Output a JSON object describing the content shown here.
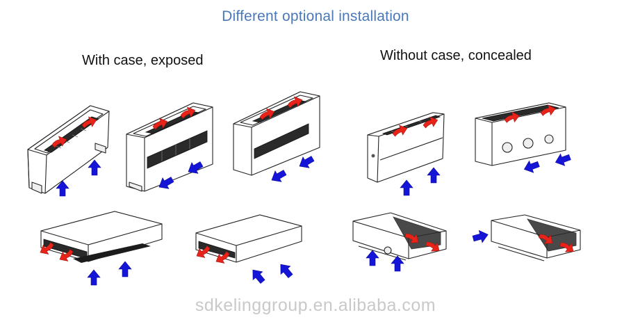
{
  "title": "Different optional installation",
  "sections": {
    "left": {
      "label": "With case, exposed"
    },
    "right": {
      "label": "Without case, concealed"
    }
  },
  "watermark": "sdkelinggroup.en.alibaba.com",
  "colors": {
    "title": "#4a78b8",
    "intake_arrow": "#1515d8",
    "outflow_arrow": "#e8241a",
    "watermark": "#c9c9c9"
  },
  "units": [
    {
      "name": "cased-floor-standing-top-outlet-bottom-inlet",
      "case": "with case",
      "icons": [
        "blue-intake-arrow",
        "red-outflow-arrow"
      ]
    },
    {
      "name": "cased-floor-standing-top-outlet-front-inlet",
      "case": "with case",
      "icons": [
        "blue-intake-arrow",
        "red-outflow-arrow"
      ]
    },
    {
      "name": "cased-floor-standing-top-outlet-front-grille-inlet",
      "case": "with case",
      "icons": [
        "blue-intake-arrow",
        "red-outflow-arrow"
      ]
    },
    {
      "name": "concealed-vertical-top-outlet",
      "case": "without case",
      "icons": [
        "blue-intake-arrow",
        "red-outflow-arrow"
      ]
    },
    {
      "name": "concealed-vertical-rear-inlet",
      "case": "without case",
      "icons": [
        "blue-intake-arrow",
        "red-outflow-arrow"
      ]
    },
    {
      "name": "cased-ceiling-front-outlet-bottom-grille-inlet",
      "case": "with case",
      "icons": [
        "blue-intake-arrow",
        "red-outflow-arrow"
      ]
    },
    {
      "name": "cased-ceiling-front-outlet-bottom-inlet",
      "case": "with case",
      "icons": [
        "blue-intake-arrow",
        "red-outflow-arrow"
      ]
    },
    {
      "name": "concealed-ceiling-bottom-inlet",
      "case": "without case",
      "icons": [
        "blue-intake-arrow",
        "red-outflow-arrow"
      ]
    },
    {
      "name": "concealed-ceiling-rear-inlet",
      "case": "without case",
      "icons": [
        "blue-intake-arrow",
        "red-outflow-arrow"
      ]
    }
  ]
}
